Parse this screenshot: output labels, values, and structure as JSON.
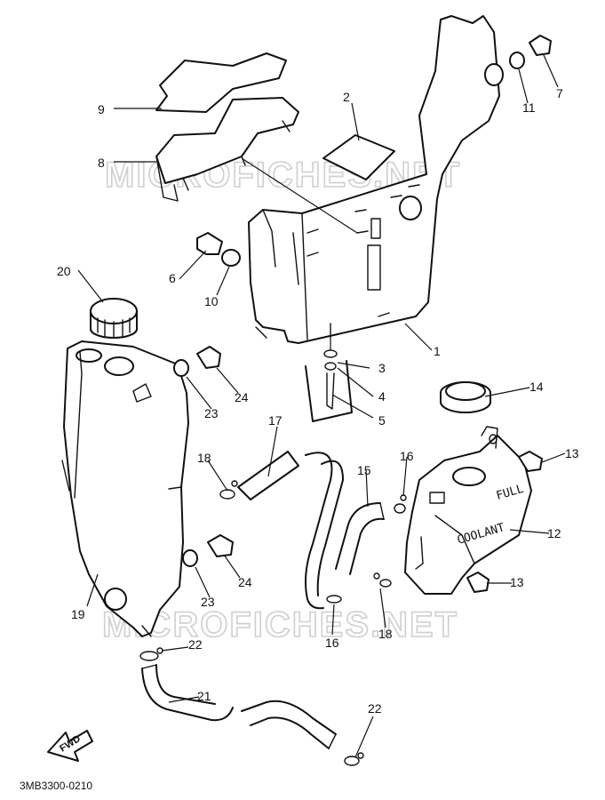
{
  "diagram": {
    "watermark": "MICROFICHES.NET",
    "diagram_code": "3MB3300-0210",
    "direction_arrow": "FWD",
    "tank_markings": {
      "full": "FULL",
      "coolant": "COOLANT"
    },
    "callouts": {
      "c1": "1",
      "c2": "2",
      "c3": "3",
      "c4": "4",
      "c5": "5",
      "c6": "6",
      "c7": "7",
      "c8": "8",
      "c9": "9",
      "c10": "10",
      "c11": "11",
      "c12": "12",
      "c13a": "13",
      "c13b": "13",
      "c14": "14",
      "c15": "15",
      "c16a": "16",
      "c16b": "16",
      "c17": "17",
      "c18a": "18",
      "c18b": "18",
      "c19": "19",
      "c20": "20",
      "c21": "21",
      "c22a": "22",
      "c22b": "22",
      "c23a": "23",
      "c23b": "23",
      "c24a": "24",
      "c24b": "24"
    }
  }
}
